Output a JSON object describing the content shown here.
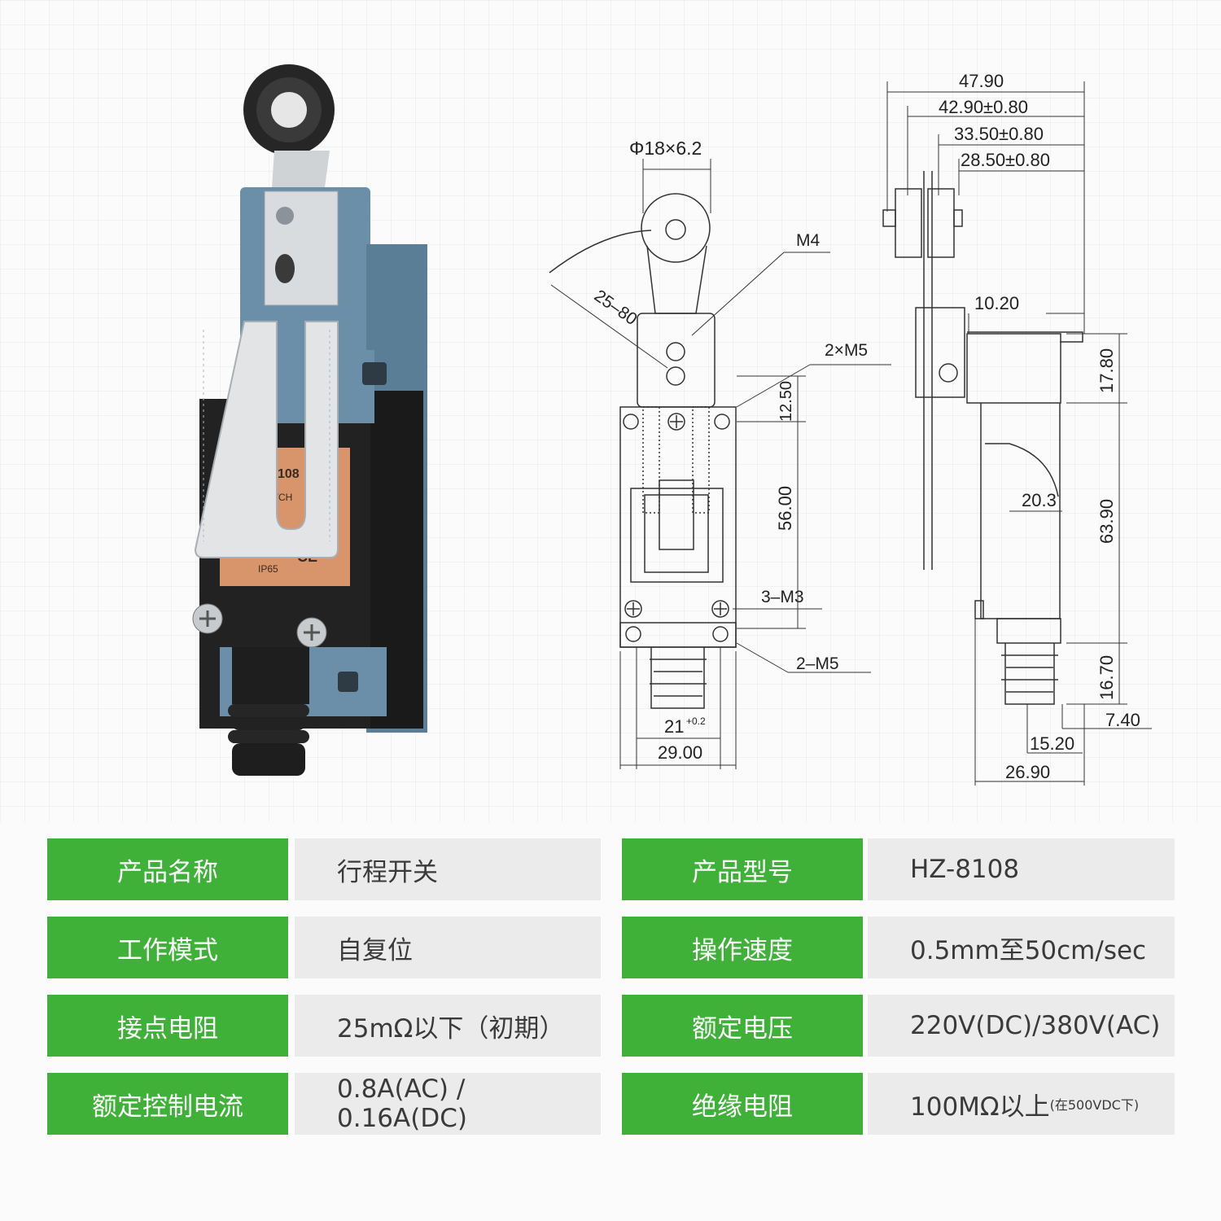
{
  "product_label": {
    "model_fragment": "H 108",
    "name_fragment": "LIM VITCH",
    "rating": "IP65",
    "mark": "CE"
  },
  "dimensions": {
    "front": {
      "roller": "Φ18×6.2",
      "lever": "25–80",
      "thread_top": "M4",
      "holes": "2×M5",
      "h1": "12.50",
      "h2": "56.00",
      "mounting_screws": "3–M3",
      "bottom_holes": "2–M5",
      "inner_width": "21",
      "inner_width_tol": "+0.2",
      "width": "29.00"
    },
    "side": {
      "d1": "47.90",
      "d2": "42.90±0.80",
      "d3": "33.50±0.80",
      "d4": "28.50±0.80",
      "d5": "10.20",
      "d6": "17.80",
      "d7": "63.90",
      "d8": "20.3",
      "d9": "16.70",
      "d10": "7.40",
      "d11": "15.20",
      "d12": "26.90"
    }
  },
  "specs": [
    {
      "k1": "产品名称",
      "v1": "行程开关",
      "k2": "产品型号",
      "v2": "HZ-8108",
      "v2_note": ""
    },
    {
      "k1": "工作模式",
      "v1": "自复位",
      "k2": "操作速度",
      "v2": "0.5mm至50cm/sec",
      "v2_note": ""
    },
    {
      "k1": "接点电阻",
      "v1": "25mΩ以下（初期）",
      "k2": "额定电压",
      "v2": "220V(DC)/380V(AC)",
      "v2_note": ""
    },
    {
      "k1": "额定控制电流",
      "v1": "0.8A(AC) / 0.16A(DC)",
      "k2": "绝缘电阻",
      "v2": "100MΩ以上",
      "v2_note": "(在500VDC下)"
    }
  ],
  "colors": {
    "key_bg": "#3fb139",
    "value_bg": "#ebebeb",
    "housing_blue": "#6b8fa8",
    "label_orange": "#d8946b"
  }
}
